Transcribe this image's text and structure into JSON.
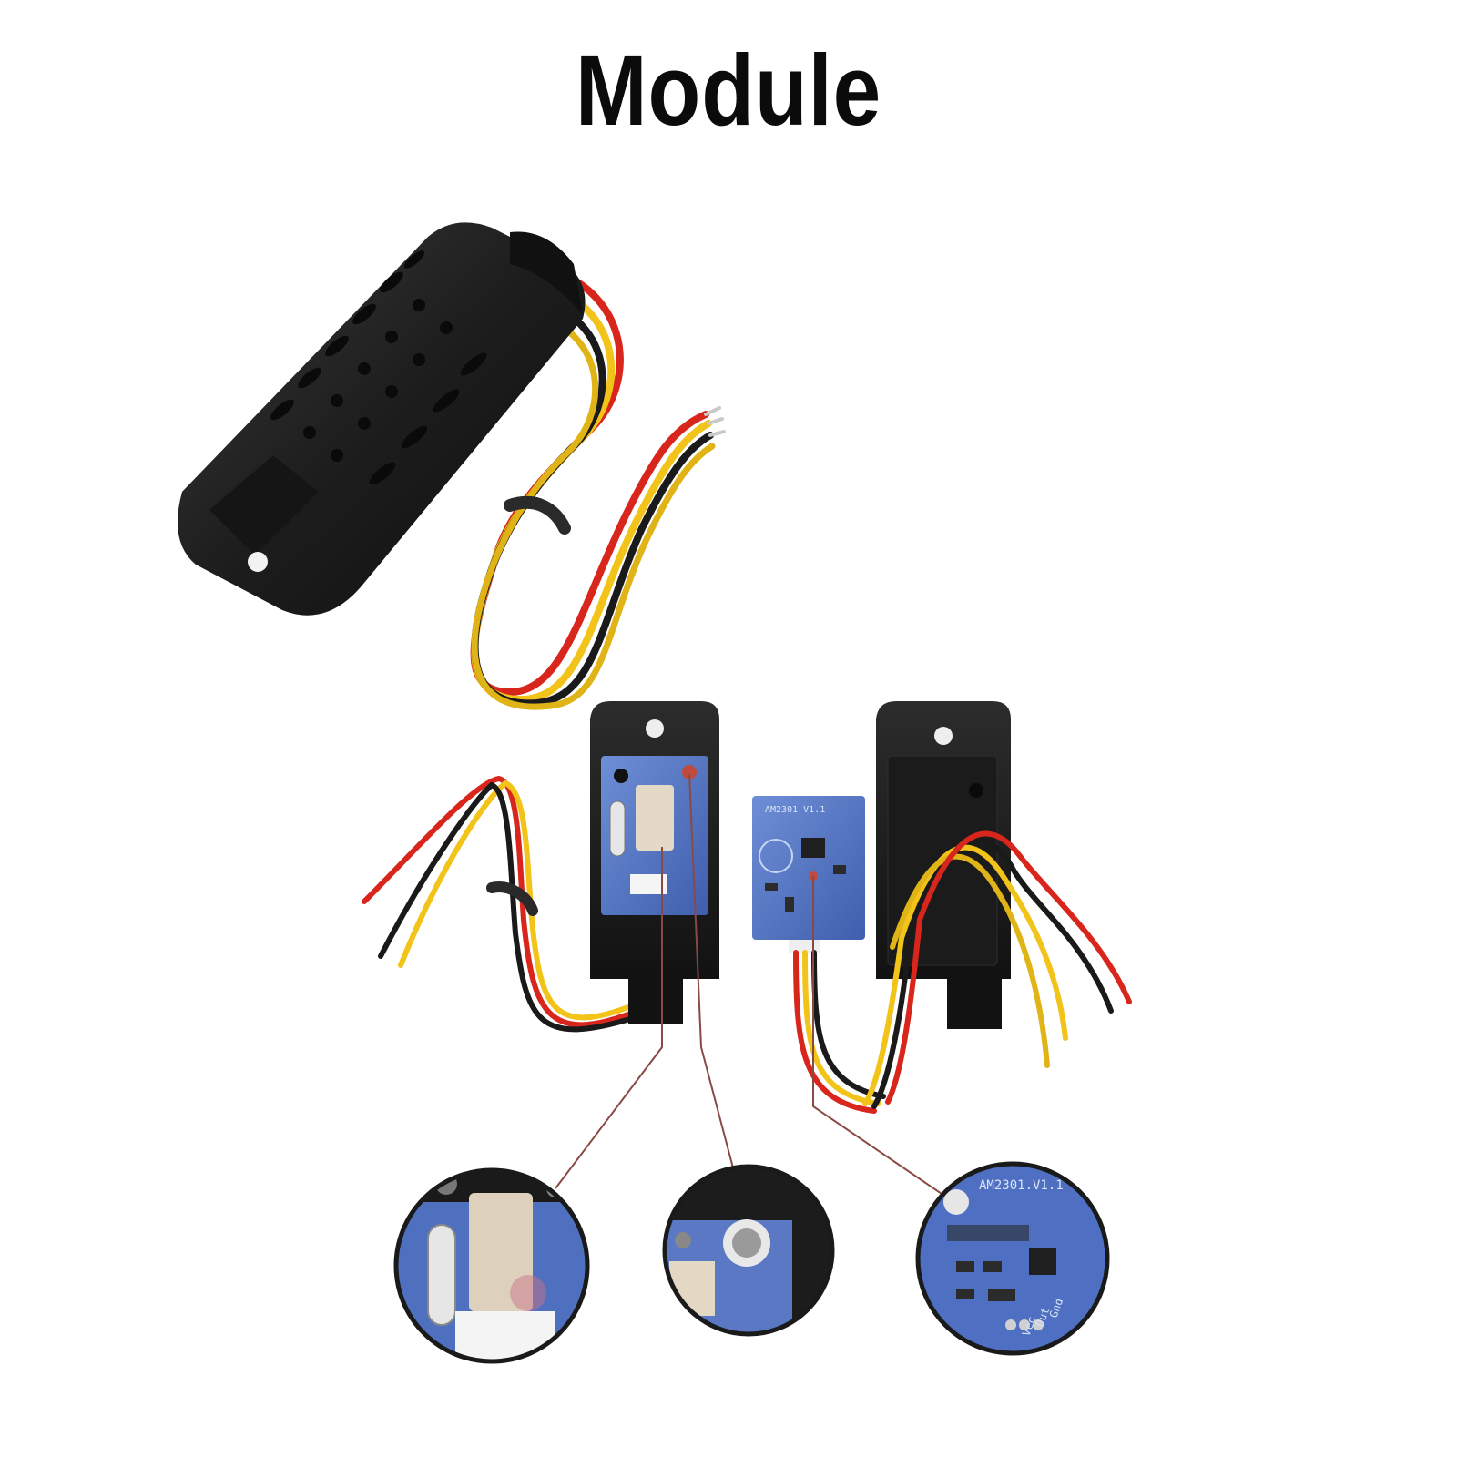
{
  "title": "Module",
  "pcb_silkscreen": {
    "board_label": "AM2301 V1.1",
    "zoom_label": "AM2301.V1.1",
    "pin_labels": [
      "Gnd",
      "Out",
      "Vcc"
    ]
  },
  "wire_colors": {
    "red": "#d8261d",
    "yellow": "#f2c318",
    "black": "#1a1a1a"
  },
  "enclosure_color": "#202020",
  "pcb_color": "#4f73c4"
}
